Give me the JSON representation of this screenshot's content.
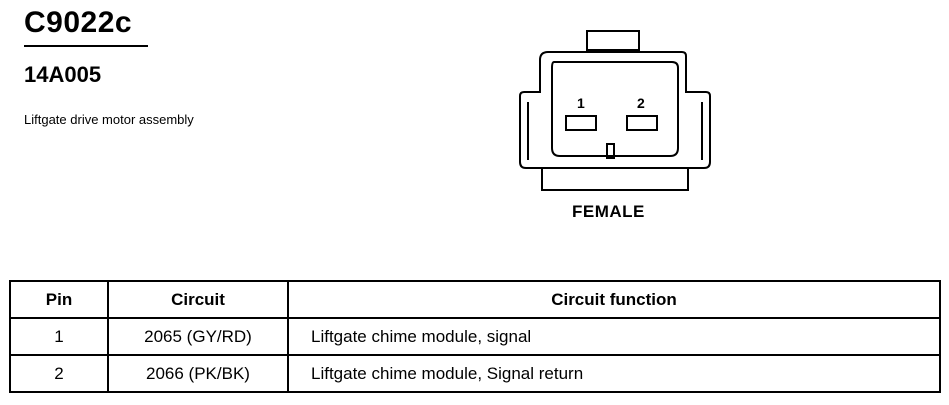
{
  "header": {
    "connector_id": "C9022c",
    "part_number": "14A005",
    "description": "Liftgate drive motor assembly"
  },
  "connector": {
    "pin_labels": [
      "1",
      "2"
    ],
    "gender": "FEMALE"
  },
  "table": {
    "headers": [
      "Pin",
      "Circuit",
      "Circuit function"
    ],
    "rows": [
      {
        "pin": "1",
        "circuit": "2065 (GY/RD)",
        "function": "Liftgate chime module, signal"
      },
      {
        "pin": "2",
        "circuit": "2066 (PK/BK)",
        "function": "Liftgate chime module, Signal return"
      }
    ]
  }
}
